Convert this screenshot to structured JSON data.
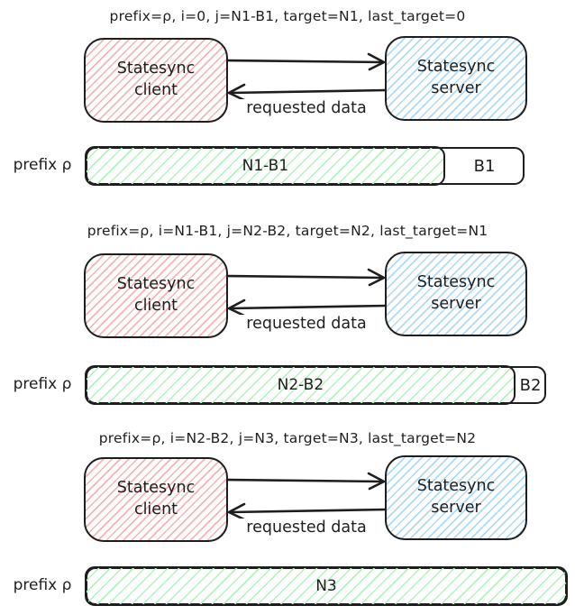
{
  "colors": {
    "stroke": "#1e1e1e",
    "client_hatch": "#f5b5b5",
    "server_hatch": "#aed9f9",
    "bar_fill_hatch": "#b2f2bb",
    "background": "#ffffff"
  },
  "sections": [
    {
      "params_label": "prefix=ρ, i=0, j=N1-B1, target=N1, last_target=0",
      "client_box": {
        "line1": "Statesync",
        "line2": "client"
      },
      "server_box": {
        "line1": "Statesync",
        "line2": "server"
      },
      "return_arrow_label": "requested data",
      "bar": {
        "prefix_label": "prefix ρ",
        "filled_label": "N1-B1",
        "empty_label": "B1"
      }
    },
    {
      "params_label": "prefix=ρ, i=N1-B1, j=N2-B2, target=N2, last_target=N1",
      "client_box": {
        "line1": "Statesync",
        "line2": "client"
      },
      "server_box": {
        "line1": "Statesync",
        "line2": "server"
      },
      "return_arrow_label": "requested data",
      "bar": {
        "prefix_label": "prefix ρ",
        "filled_label": "N2-B2",
        "empty_label": "B2"
      }
    },
    {
      "params_label": "prefix=ρ, i=N2-B2, j=N3, target=N3, last_target=N2",
      "client_box": {
        "line1": "Statesync",
        "line2": "client"
      },
      "server_box": {
        "line1": "Statesync",
        "line2": "server"
      },
      "return_arrow_label": "requested data",
      "bar": {
        "prefix_label": "prefix ρ",
        "filled_label": "N3"
      }
    }
  ]
}
